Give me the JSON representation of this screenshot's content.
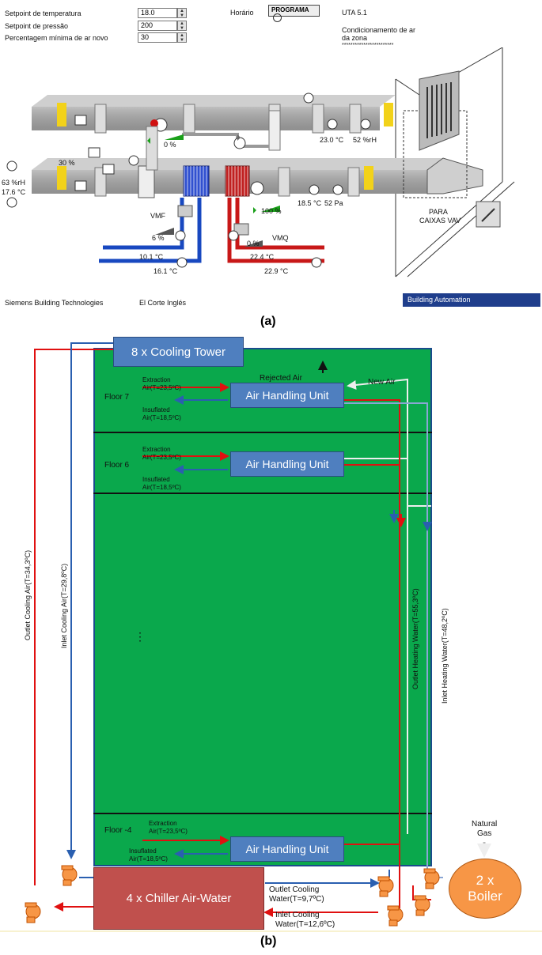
{
  "panel_a": {
    "setpoints": [
      {
        "label": "Setpoint de temperatura",
        "value": "18.0"
      },
      {
        "label": "Setpoint de pressão",
        "value": "200"
      },
      {
        "label": "Percentagem mínima de ar novo",
        "value": "30"
      }
    ],
    "horario_label": "Horário",
    "programa_label": "PROGRAMA",
    "uta_title": "UTA 5.1",
    "zona_line1": "Condicionamento de ar",
    "zona_line2": "da zona",
    "zona_stars": "************************",
    "readings": {
      "humidity_outside": "63 %rH",
      "temp_outside": "17.6 °C",
      "damper_pct": "30 %",
      "recirc_pct": "0 %",
      "return_temp": "23.0 °C",
      "return_hum": "52 %rH",
      "supply_fan_pct": "100 %",
      "supply_temp": "18.5 °C",
      "supply_press": "52 Pa",
      "vmf_label": "VMF",
      "vmf_pct": "6 %",
      "vmq_label": "VMQ",
      "vmq_pct": "0 %",
      "cold_temp_1": "10.1 °C",
      "cold_temp_2": "16.1 °C",
      "hot_temp_1": "22.4 °C",
      "hot_temp_2": "22.9 °C",
      "para_1": "PARA",
      "para_2": "CAIXAS VAV"
    },
    "footer_left": "Siemens Building Technologies",
    "footer_mid": "El Corte Inglés",
    "footer_right": "Building Automation",
    "caption": "(a)"
  },
  "panel_b": {
    "cooling_tower": "8 x Cooling Tower",
    "rejected_air": "Rejected Air",
    "new_air": "New Air",
    "floors": [
      {
        "label": "Floor 7",
        "ahu": "Air Handling Unit",
        "extraction_1": "Extraction",
        "extraction_2": "Air(T=23,5ºC)",
        "insuflated_1": "Insuflated",
        "insuflated_2": "Air(T=18,5ºC)"
      },
      {
        "label": "Floor 6",
        "ahu": "Air Handling Unit",
        "extraction_1": "Extraction",
        "extraction_2": "Air(T=23,5ºC)",
        "insuflated_1": "Insuflated",
        "insuflated_2": "Air(T=18,5ºC)"
      },
      {
        "label": "Floor -4",
        "ahu": "Air Handling Unit",
        "extraction_1": "Extraction",
        "extraction_2": "Air(T=23,5ºC)",
        "insuflated_1": "Insuflated",
        "insuflated_2": "Air(T=18,5ºC)"
      }
    ],
    "ellipsis": "⋮",
    "outlet_cooling_air": "Outlet Cooling Air(T=34,3ºC)",
    "inlet_cooling_air": "Inlet Cooling Air(T=29,8ºC)",
    "outlet_heating_water": "Outlet Heating Water(T=55,3ºC)",
    "inlet_heating_water": "Inlet Heating Water(T=48,2ºC)",
    "chiller": "4 x Chiller Air-Water",
    "outlet_cooling_water_1": "Outlet Cooling",
    "outlet_cooling_water_2": "Water(T=9,7ºC)",
    "inlet_cooling_water_1": "Inlet Cooling",
    "inlet_cooling_water_2": "Water(T=12,6ºC)",
    "natural_gas_1": "Natural",
    "natural_gas_2": "Gas",
    "boiler_1": "2 x",
    "boiler_2": "Boiler",
    "caption": "(b)"
  },
  "colors": {
    "green": "#0aa84c",
    "blue_box": "#4f7fbf",
    "chiller": "#c0504d",
    "boiler": "#f79646",
    "hot_pipe": "#e01010",
    "cold_pipe": "#2060c0",
    "ba_bar": "#1f3e8c"
  }
}
